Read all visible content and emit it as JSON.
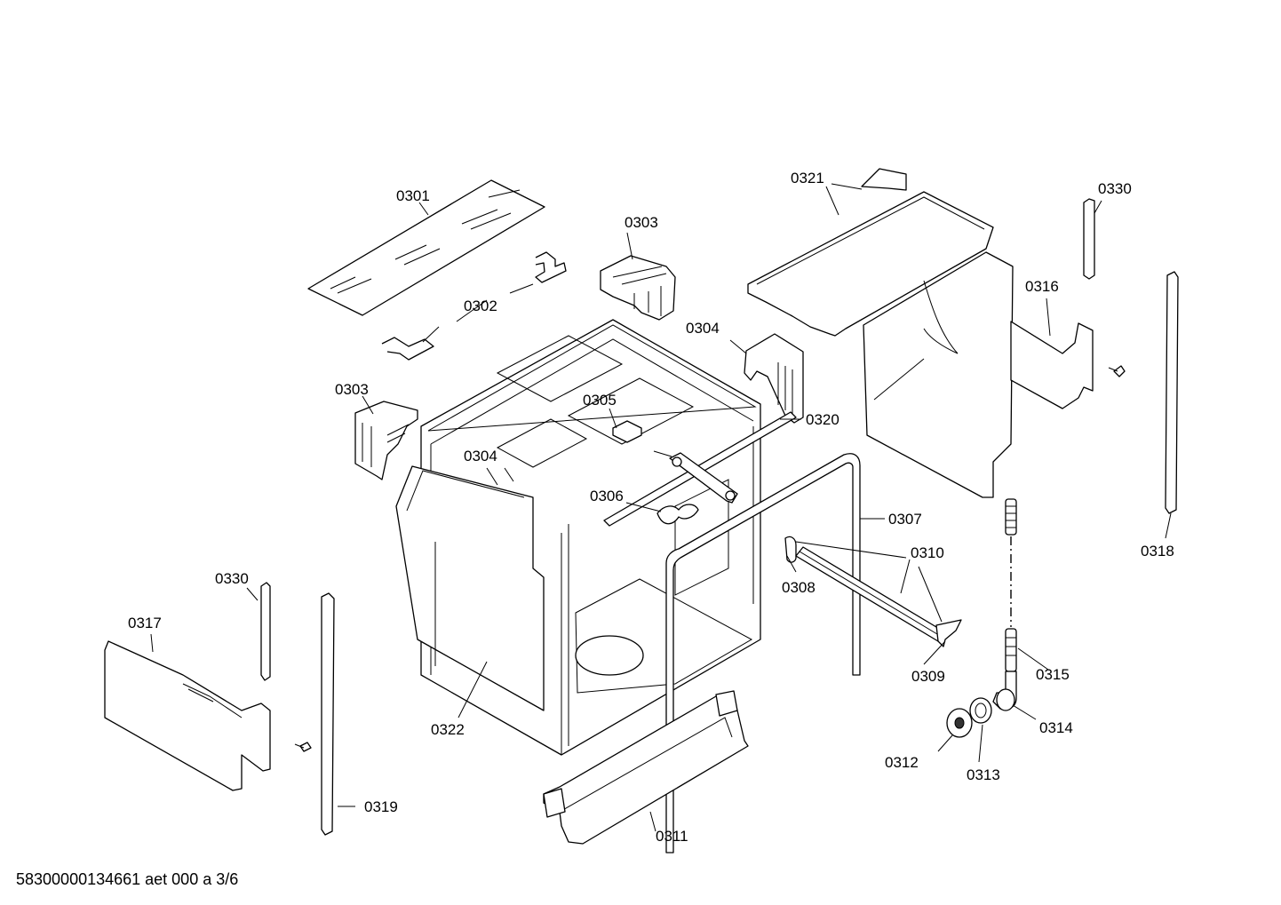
{
  "callouts": {
    "c0301": "0301",
    "c0302": "0302",
    "c0303a": "0303",
    "c0303b": "0303",
    "c0304a": "0304",
    "c0304b": "0304",
    "c0305": "0305",
    "c0306": "0306",
    "c0307": "0307",
    "c0308": "0308",
    "c0309": "0309",
    "c0310": "0310",
    "c0311": "0311",
    "c0312": "0312",
    "c0313": "0313",
    "c0314": "0314",
    "c0315": "0315",
    "c0316": "0316",
    "c0317": "0317",
    "c0318": "0318",
    "c0319": "0319",
    "c0320": "0320",
    "c0321": "0321",
    "c0322": "0322",
    "c0330a": "0330",
    "c0330b": "0330"
  },
  "footer": "58300000134661 aet 000 a 3/6"
}
